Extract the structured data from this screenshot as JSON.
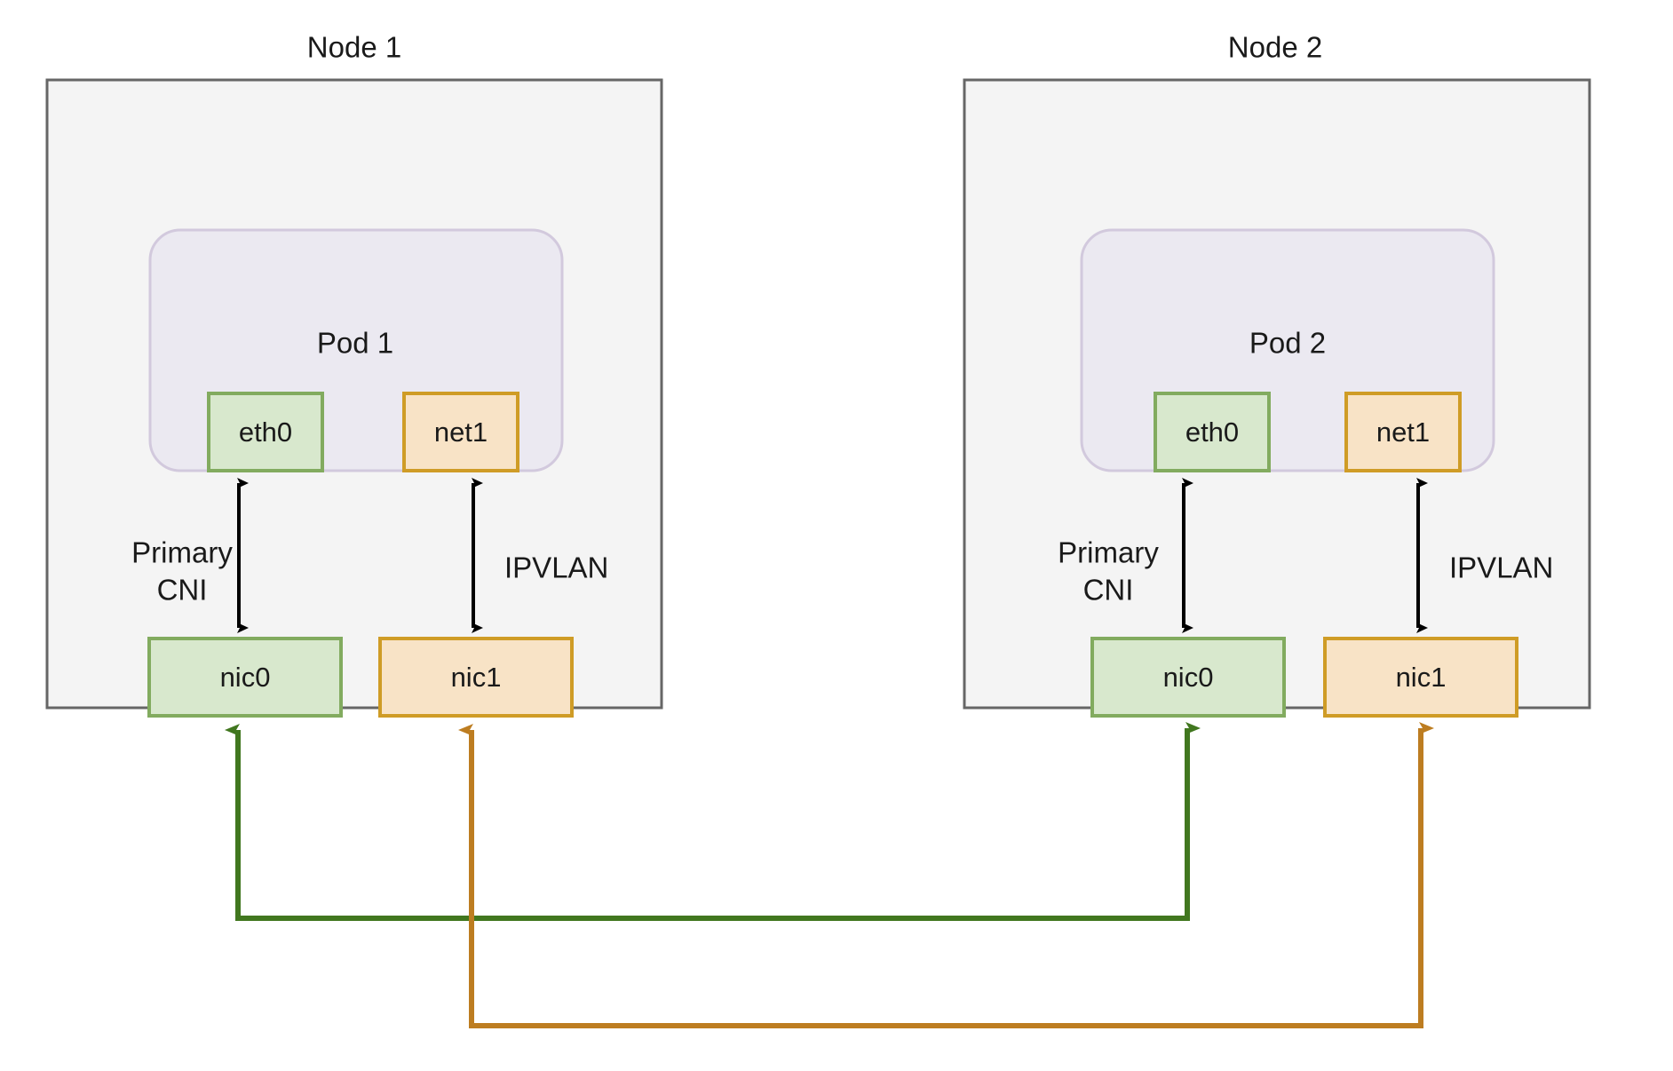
{
  "diagram": {
    "title_nodes": [
      "Node 1",
      "Node 2"
    ],
    "colors": {
      "node_fill": "#f4f4f4",
      "node_border": "#666666",
      "pod_fill": "#ebe9f1",
      "pod_border": "#d2c9dd",
      "green_fill": "#d8e8cd",
      "green_border": "#82ab5f",
      "orange_fill": "#f8e3c6",
      "orange_border": "#cf9c26",
      "green_link": "#41771f",
      "orange_link": "#bd7d21",
      "arrow_black": "#000000",
      "text": "#1a1a1a",
      "background": "#ffffff"
    },
    "nodes": [
      {
        "name": "node-1",
        "label": "Node 1",
        "pod": {
          "name": "pod-1",
          "label": "Pod 1",
          "interfaces": [
            {
              "name": "pod1-eth0",
              "label": "eth0",
              "kind": "green"
            },
            {
              "name": "pod1-net1",
              "label": "net1",
              "kind": "orange"
            }
          ]
        },
        "nics": [
          {
            "name": "node1-nic0",
            "label": "nic0",
            "kind": "green"
          },
          {
            "name": "node1-nic1",
            "label": "nic1",
            "kind": "orange"
          }
        ],
        "links": [
          {
            "name": "node1-primary-cni-link",
            "label": "Primary CNI",
            "from": "eth0",
            "to": "nic0"
          },
          {
            "name": "node1-ipvlan-link",
            "label": "IPVLAN",
            "from": "net1",
            "to": "nic1"
          }
        ]
      },
      {
        "name": "node-2",
        "label": "Node 2",
        "pod": {
          "name": "pod-2",
          "label": "Pod 2",
          "interfaces": [
            {
              "name": "pod2-eth0",
              "label": "eth0",
              "kind": "green"
            },
            {
              "name": "pod2-net1",
              "label": "net1",
              "kind": "orange"
            }
          ]
        },
        "nics": [
          {
            "name": "node2-nic0",
            "label": "nic0",
            "kind": "green"
          },
          {
            "name": "node2-nic1",
            "label": "nic1",
            "kind": "orange"
          }
        ],
        "links": [
          {
            "name": "node2-primary-cni-link",
            "label": "Primary CNI",
            "from": "eth0",
            "to": "nic0"
          },
          {
            "name": "node2-ipvlan-link",
            "label": "IPVLAN",
            "from": "net1",
            "to": "nic1"
          }
        ]
      }
    ],
    "external_links": [
      {
        "name": "nic0-to-nic0-green-link",
        "kind": "green",
        "endpoints": [
          "node1-nic0",
          "node2-nic0"
        ]
      },
      {
        "name": "nic1-to-nic1-orange-link",
        "kind": "orange",
        "endpoints": [
          "node1-nic1",
          "node2-nic1"
        ]
      }
    ],
    "labels": {
      "node1_title": "Node 1",
      "node2_title": "Node 2",
      "pod1_title": "Pod 1",
      "pod2_title": "Pod 2",
      "eth0": "eth0",
      "net1": "net1",
      "nic0": "nic0",
      "nic1": "nic1",
      "primary_cni_line1": "Primary",
      "primary_cni_line2": "CNI",
      "ipvlan": "IPVLAN"
    }
  }
}
